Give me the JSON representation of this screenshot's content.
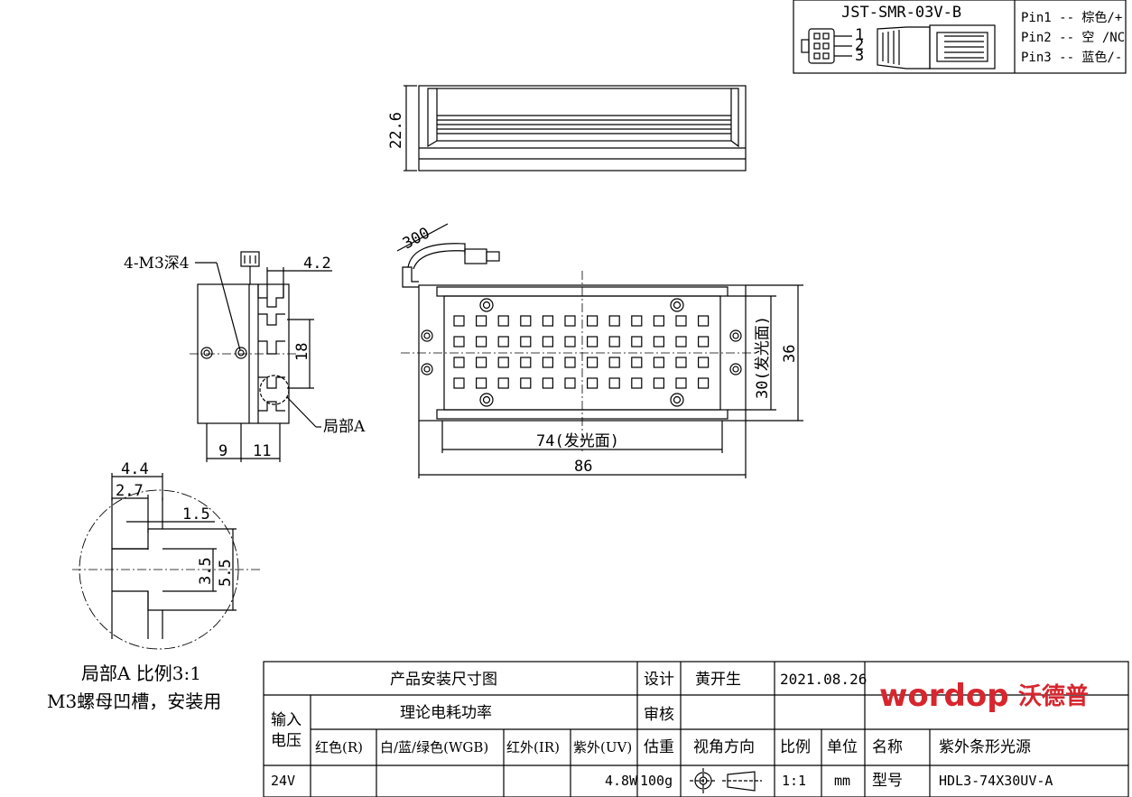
{
  "colors": {
    "line": "#000000",
    "logo": "#d7262e",
    "center_line": "#000000"
  },
  "connector": {
    "model": "JST-SMR-03V-B",
    "pins": [
      "1",
      "2",
      "3"
    ],
    "pin_desc": [
      "Pin1 -- 棕色/+",
      "Pin2 -- 空 /NC",
      "Pin3 -- 蓝色/-"
    ]
  },
  "dims": {
    "height": "22.6",
    "cable": "300",
    "thread": "4-M3深4",
    "side_offset": "4.2",
    "slot_pitch": "18",
    "detail_ref": "局部A",
    "bottom_a": "9",
    "bottom_b": "11",
    "emit_len": "74(发光面)",
    "length": "86",
    "emit_width": "30(发光面)",
    "width": "36",
    "d_w_outer": "4.4",
    "d_w_inner": "2.7",
    "d_gap": "1.5",
    "d_h_inner": "3.5",
    "d_h_outer": "5.5"
  },
  "detail_note": {
    "line1": "局部A 比例3:1",
    "line2": "M3螺母凹槽，安装用"
  },
  "title_block": {
    "drawing_title": "产品安装尺寸图",
    "design_label": "设计",
    "designer": "黄开生",
    "date": "2021.08.26",
    "review_label": "审核",
    "input_label": "输入",
    "voltage_label": "电压",
    "power_title": "理论电耗功率",
    "cols": [
      "红色(R)",
      "白/蓝/绿色(WGB)",
      "红外(IR)",
      "紫外(UV)"
    ],
    "weight_label": "估重",
    "view_label": "视角方向",
    "scale_label": "比例",
    "unit_label": "单位",
    "name_label": "名称",
    "name_value": "紫外条形光源",
    "voltage": "24V",
    "uv_power": "4.8W",
    "weight": "100g",
    "scale": "1:1",
    "unit": "mm",
    "model_label": "型号",
    "model_value": "HDL3-74X30UV-A",
    "logo_text": "wordop",
    "logo_cn": "沃德普"
  }
}
